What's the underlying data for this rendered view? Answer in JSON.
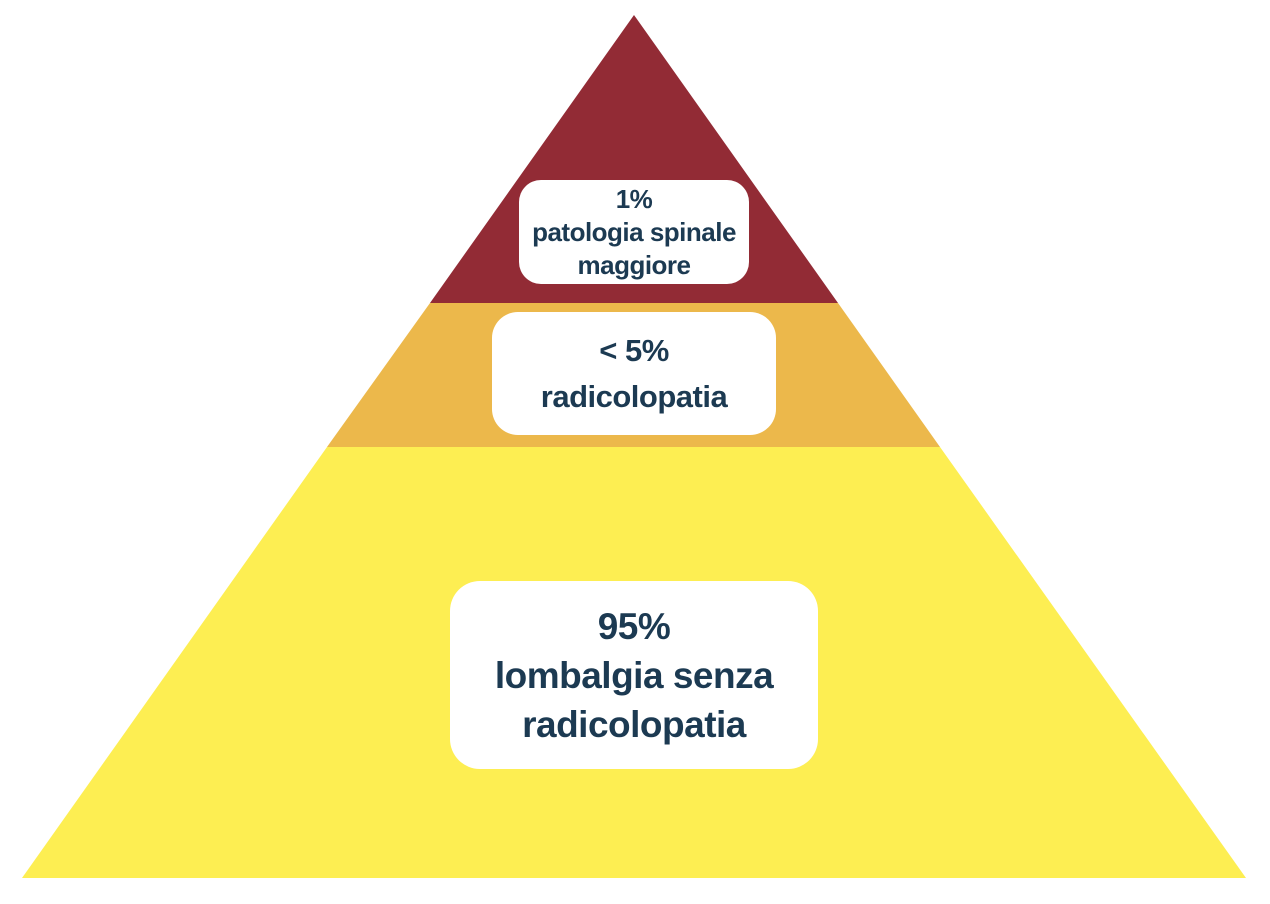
{
  "colors": {
    "top_tier": "#922b35",
    "middle_tier": "#ecb84b",
    "bottom_tier": "#fdee52",
    "label_text": "#1c3a52",
    "label_background": "#ffffff"
  },
  "tiers": [
    {
      "percent": "1%",
      "label_lines": [
        "patologia spinale",
        "maggiore"
      ]
    },
    {
      "percent": "< 5%",
      "label_lines": [
        "radicolopatia"
      ]
    },
    {
      "percent": "95%",
      "label_lines": [
        "lombalgia senza",
        "radicolopatia"
      ]
    }
  ]
}
